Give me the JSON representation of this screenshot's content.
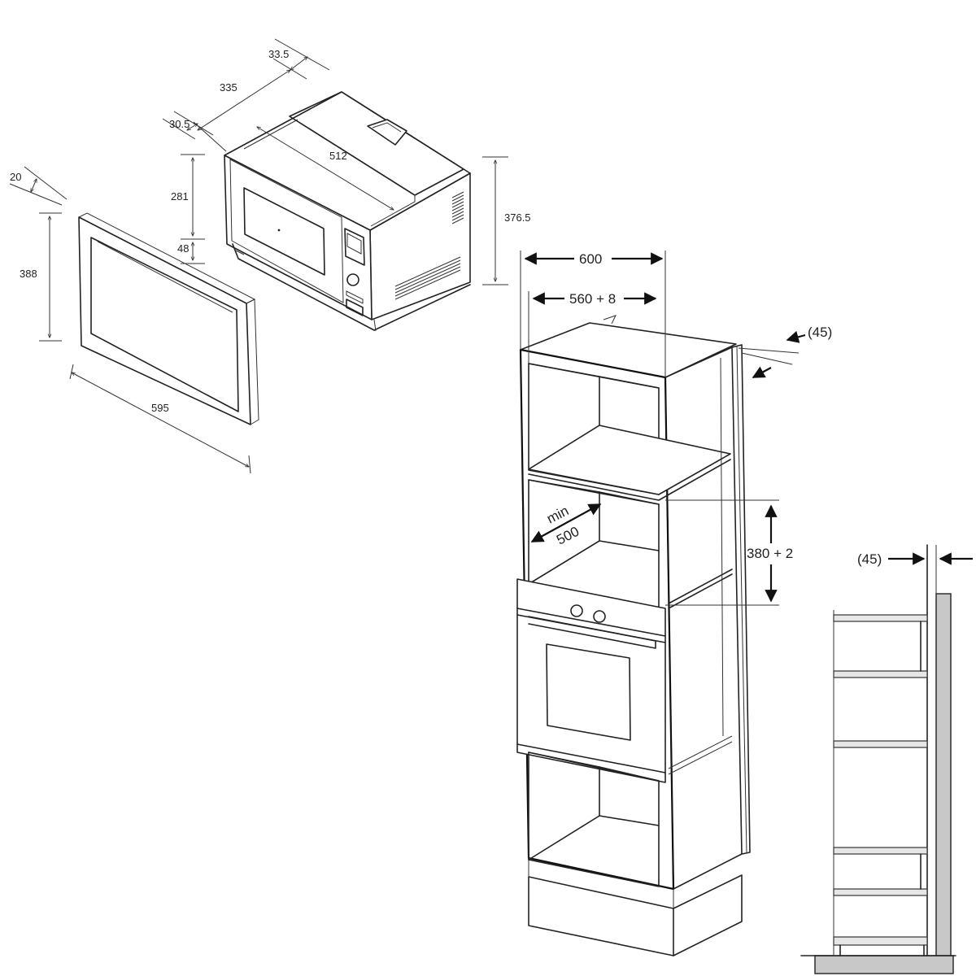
{
  "microwave_dimensions": {
    "frame_depth": "20",
    "frame_height": "388",
    "frame_width": "595",
    "unit_depth": "335",
    "rear_offset": "33.5",
    "front_offset": "30.5",
    "cavity_height": "281",
    "base_offset": "48",
    "unit_width": "512",
    "unit_height": "376.5"
  },
  "cabinet_dimensions": {
    "outer_width": "600",
    "inner_width": "560 + 8",
    "niche_depth_label": "min",
    "niche_depth_value": "500",
    "niche_height": "380 + 2",
    "rear_gap_top": "(45)",
    "rear_gap_side": "(45)"
  }
}
